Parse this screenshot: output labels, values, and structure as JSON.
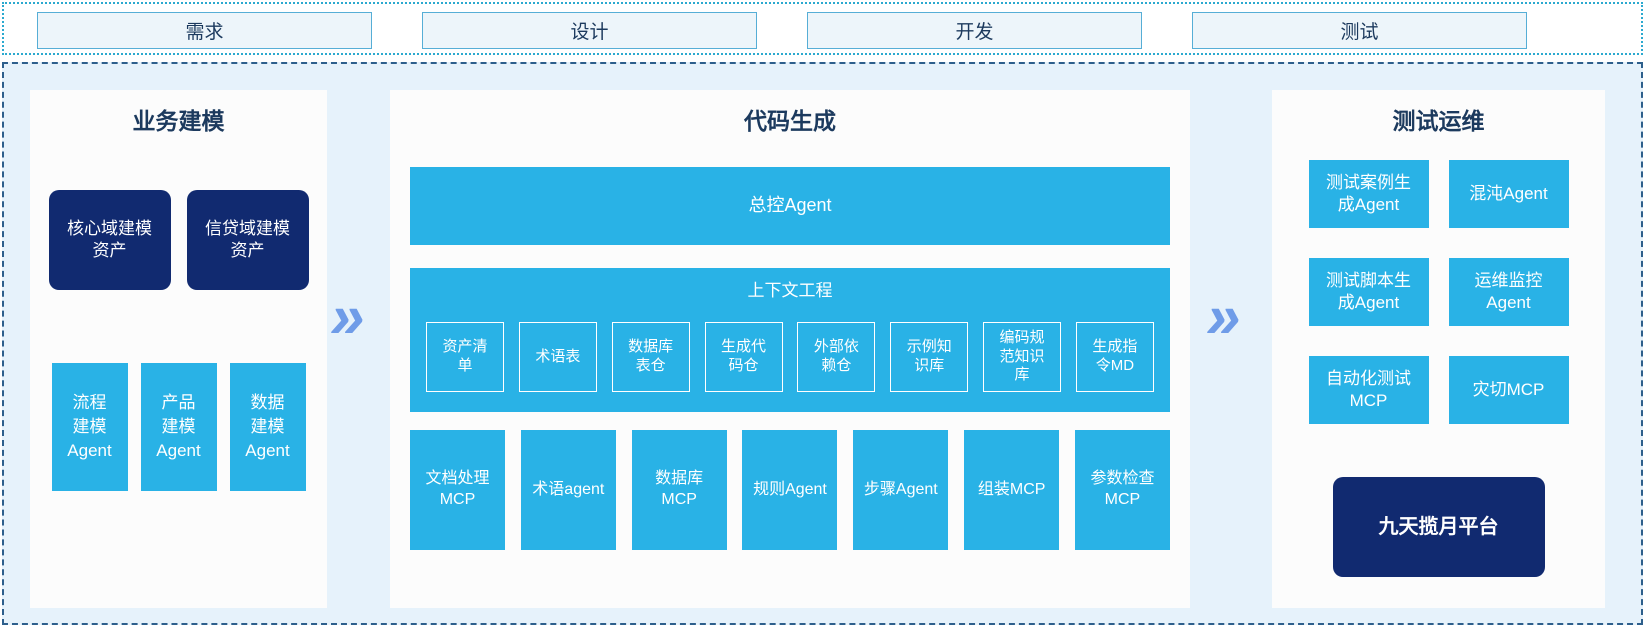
{
  "phases": [
    "需求",
    "设计",
    "开发",
    "测试"
  ],
  "left_panel": {
    "title": "业务建模",
    "asset_boxes": [
      "核心域建模\n资产",
      "信贷域建模\n资产"
    ],
    "agent_boxes": [
      "流程\n建模\nAgent",
      "产品\n建模\nAgent",
      "数据\n建模\nAgent"
    ]
  },
  "middle_panel": {
    "title": "代码生成",
    "master_agent": "总控Agent",
    "context": {
      "title": "上下文工程",
      "items": [
        "资产清\n单",
        "术语表",
        "数据库\n表仓",
        "生成代\n码仓",
        "外部依\n赖仓",
        "示例知\n识库",
        "编码规\n范知识\n库",
        "生成指\n令MD"
      ]
    },
    "mcp_boxes": [
      "文档处理\nMCP",
      "术语agent",
      "数据库\nMCP",
      "规则Agent",
      "步骤Agent",
      "组装MCP",
      "参数检查\nMCP"
    ]
  },
  "right_panel": {
    "title": "测试运维",
    "boxes": [
      "测试案例生\n成Agent",
      "混沌Agent",
      "测试脚本生\n成Agent",
      "运维监控\nAgent",
      "自动化测试\nMCP",
      "灾切MCP"
    ],
    "platform": "九天揽月平台"
  },
  "arrow_glyph": "»",
  "colors": {
    "cyan": "#29b2e6",
    "navy": "#112a70",
    "arrow_blue": "#6f9ce8",
    "section_bg": "#e6f2fb",
    "panel_bg": "#fcfcfc",
    "dotted_border": "#2ba9cf",
    "dashed_border": "#2d5f8c",
    "phase_fill": "#edf5fa",
    "phase_border": "#56aed6",
    "title_text": "#1c3a5e"
  }
}
